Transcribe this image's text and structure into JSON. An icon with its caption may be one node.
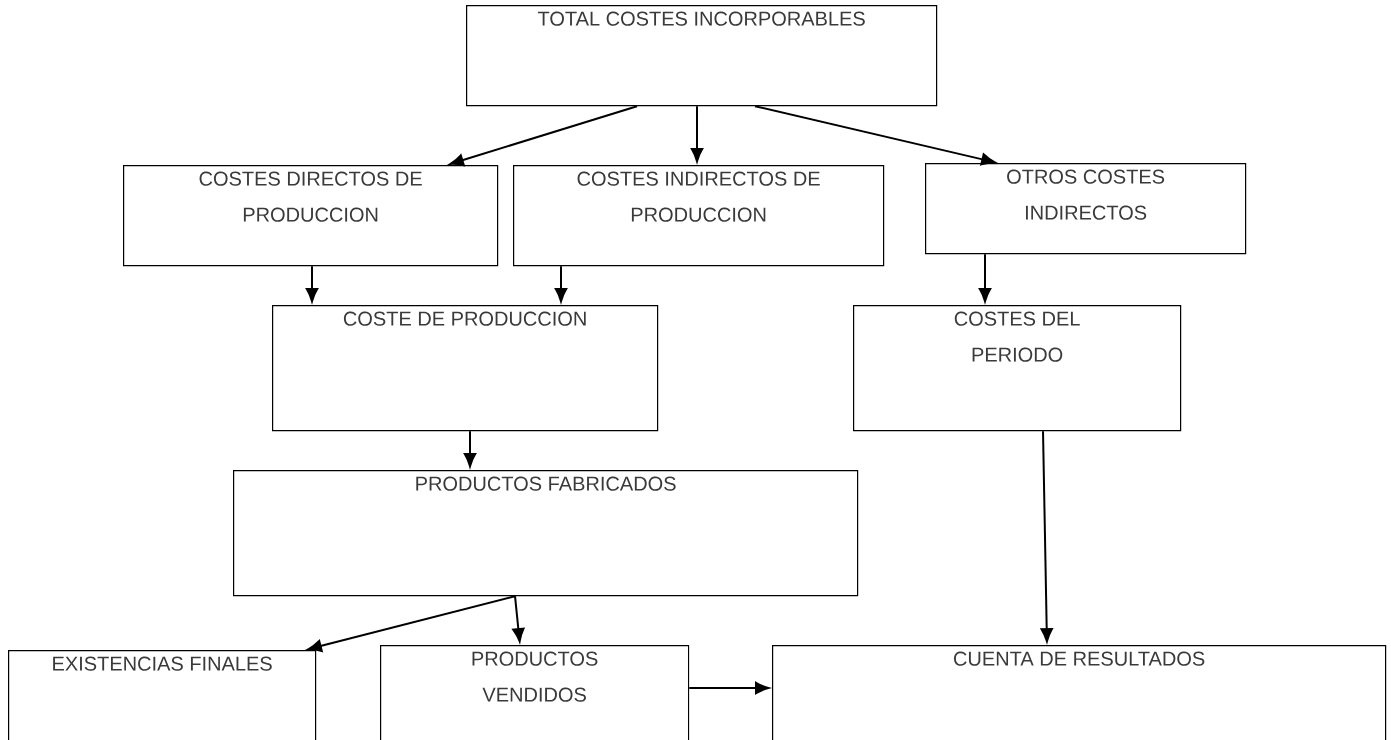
{
  "diagram": {
    "nodes": [
      {
        "text": [
          "TOTAL COSTES INCORPORABLES"
        ]
      },
      {
        "text": [
          "COSTES DIRECTOS DE PRODUCCION"
        ]
      },
      {
        "text": [
          "COSTES INDIRECTOS DE PRODUCCION"
        ]
      },
      {
        "text": [
          "OTROS COSTES INDIRECTOS"
        ]
      },
      {
        "text": [
          "COSTE DE PRODUCCION"
        ]
      },
      {
        "text": [
          "COSTES DEL PERIODO"
        ]
      },
      {
        "text": [
          "PRODUCTOS FABRICADOS"
        ]
      },
      {
        "text": [
          "EXISTENCIAS FINALES"
        ]
      },
      {
        "text": [
          "PRODUCTOS VENDIDOS"
        ]
      },
      {
        "text": [
          "CUENTA DE RESULTADOS"
        ]
      }
    ],
    "edges": [
      {
        "from": 0,
        "to": 1,
        "arrow": "to"
      },
      {
        "from": 0,
        "to": 2,
        "arrow": "to"
      },
      {
        "from": 0,
        "to": 3,
        "arrow": "to"
      },
      {
        "from": 1,
        "to": 4,
        "arrow": "to"
      },
      {
        "from": 2,
        "to": 4,
        "arrow": "to"
      },
      {
        "from": 3,
        "to": 5,
        "arrow": "to"
      },
      {
        "from": 4,
        "to": 6,
        "arrow": "to"
      },
      {
        "from": 6,
        "to": 7,
        "arrow": "to"
      },
      {
        "from": 6,
        "to": 8,
        "arrow": "to"
      },
      {
        "from": 5,
        "to": 9,
        "arrow": "to"
      },
      {
        "from": 8,
        "to": 9,
        "arrow": "to"
      }
    ]
  }
}
